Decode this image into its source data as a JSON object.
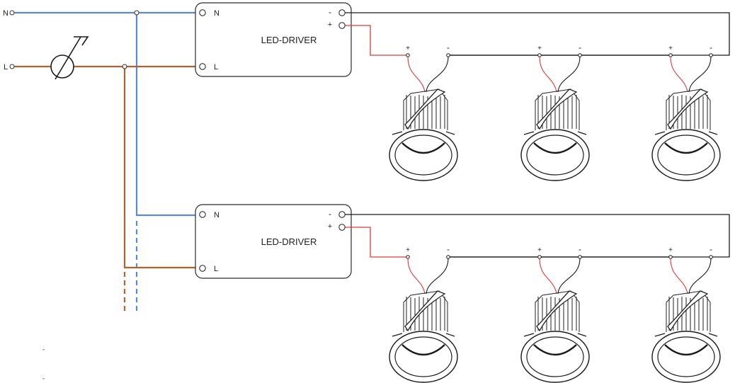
{
  "colors": {
    "neutral": "#5b8ad0",
    "live": "#b5622a",
    "positive": "#e03b3b",
    "output": "#1a1a1a",
    "box": "#2b2b2b"
  },
  "mains": {
    "neutral_label": "N",
    "live_label": "L"
  },
  "dimmer": {
    "icon": "dimmer-icon"
  },
  "drivers": [
    {
      "label": "LED-DRIVER",
      "in_n": "N",
      "in_l": "L",
      "out_minus": "-",
      "out_plus": "+",
      "lamps": [
        {
          "plus": "+",
          "minus": "-"
        },
        {
          "plus": "+",
          "minus": "-"
        },
        {
          "plus": "+",
          "minus": "-"
        }
      ]
    },
    {
      "label": "LED-DRIVER",
      "in_n": "N",
      "in_l": "L",
      "out_minus": "-",
      "out_plus": "+",
      "lamps": [
        {
          "plus": "+",
          "minus": "-"
        },
        {
          "plus": "+",
          "minus": "-"
        },
        {
          "plus": "+",
          "minus": "-"
        }
      ]
    }
  ]
}
